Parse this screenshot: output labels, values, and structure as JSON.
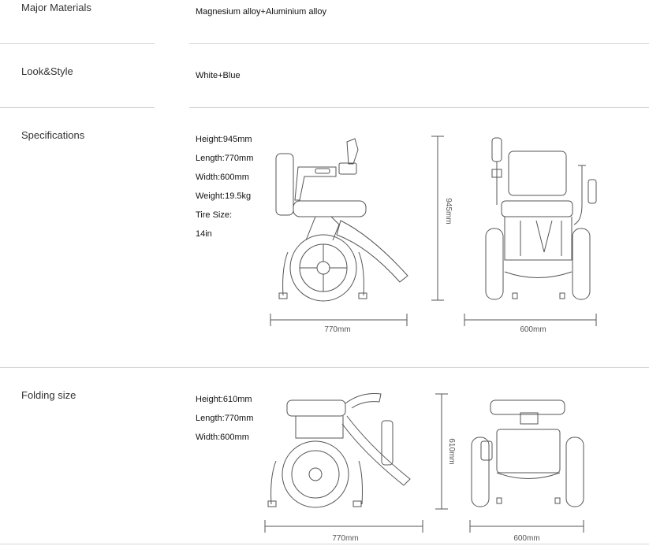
{
  "rows": {
    "materials": {
      "label": "Major Materials",
      "value": "Magnesium alloy+Aluminium alloy"
    },
    "style": {
      "label": "Look&Style",
      "value": "White+Blue"
    },
    "specifications": {
      "label": "Specifications",
      "lines": [
        "Height:945mm",
        "Length:770mm",
        "Width:600mm",
        "Weight:19.5kg",
        "Tire Size:",
        "14in"
      ],
      "dims": {
        "side_length": "770mm",
        "height": "945mm",
        "front_width": "600mm"
      }
    },
    "folding": {
      "label": "Folding size",
      "lines": [
        "Height:610mm",
        "Length:770mm",
        "Width:600mm"
      ],
      "dims": {
        "side_length": "770mm",
        "height": "610mm",
        "front_width": "600mm"
      }
    }
  }
}
